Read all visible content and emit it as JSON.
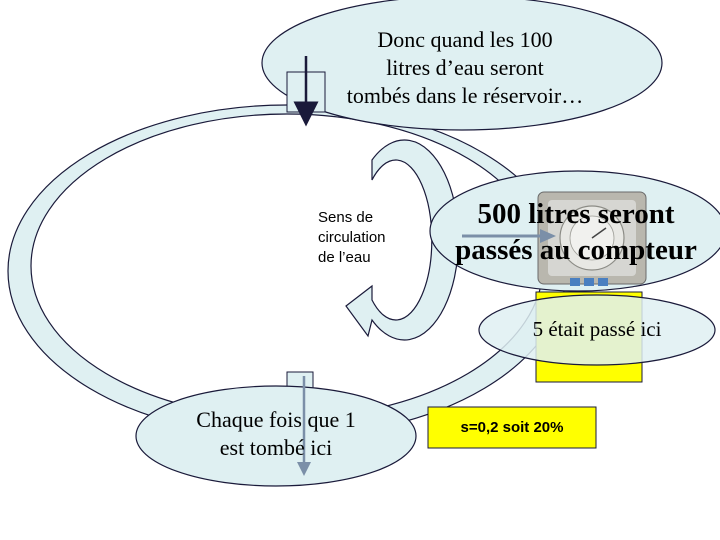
{
  "top_bubble": {
    "lines": [
      "Donc quand les 100",
      "litres d’eau seront",
      "tombés dans le réservoir…"
    ]
  },
  "circulation_label": {
    "lines": [
      "Sens de",
      "circulation",
      "de l’eau"
    ]
  },
  "meter_bubble": {
    "lines": [
      "500 litres seront",
      "passés au compteur"
    ]
  },
  "passed_bubble": {
    "text": "5 était passé ici"
  },
  "bottom_bubble": {
    "lines": [
      "Chaque fois que 1",
      "est tombé ici"
    ]
  },
  "result_box": {
    "text": "s=0,2 soit 20%"
  },
  "colors": {
    "bubble_fill": "#dff0f2",
    "ring_fill": "#dff0f2",
    "outline": "#1a1a3a",
    "yellow": "#ffff00",
    "arrow": "#7b8fa8"
  }
}
